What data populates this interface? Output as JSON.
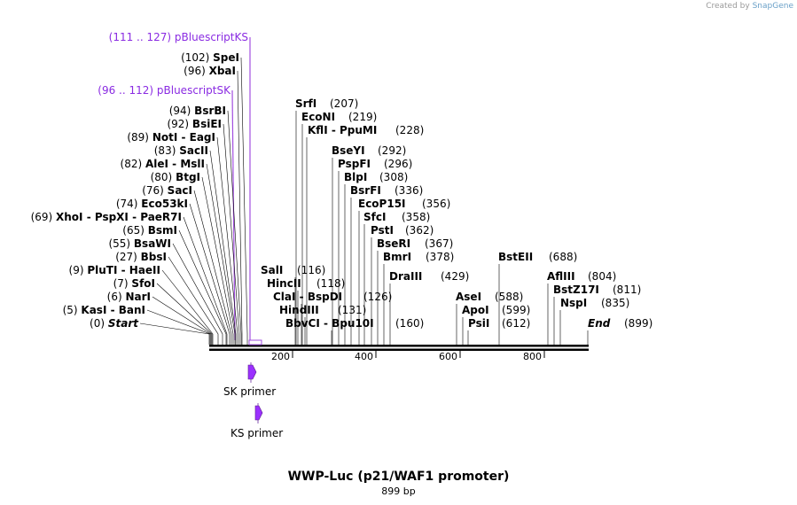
{
  "credit": {
    "prefix": "Created by",
    "brand": "SnapGene"
  },
  "title": "WWP-Luc (p21/WAF1 promoter)",
  "subtitle": "899 bp",
  "scale_labels": [
    "200",
    "400",
    "600",
    "800"
  ],
  "primers": [
    {
      "name": "SK primer"
    },
    {
      "name": "KS primer"
    }
  ],
  "left_sites": [
    {
      "pos": "(111 .. 127)",
      "name": "pBluescriptKS",
      "purple": true
    },
    {
      "pos": "(102)",
      "name": "SpeI"
    },
    {
      "pos": "(96)",
      "name": "XbaI"
    },
    {
      "pos": "(96 .. 112)",
      "name": "pBluescriptSK",
      "purple": true
    },
    {
      "pos": "(94)",
      "name": "BsrBI"
    },
    {
      "pos": "(92)",
      "name": "BsiEI"
    },
    {
      "pos": "(89)",
      "name": "NotI - EagI"
    },
    {
      "pos": "(83)",
      "name": "SacII"
    },
    {
      "pos": "(82)",
      "name": "AleI - MslI"
    },
    {
      "pos": "(80)",
      "name": "BtgI"
    },
    {
      "pos": "(76)",
      "name": "SacI"
    },
    {
      "pos": "(74)",
      "name": "Eco53kI"
    },
    {
      "pos": "(69)",
      "name": "XhoI - PspXI - PaeR7I"
    },
    {
      "pos": "(65)",
      "name": "BsmI"
    },
    {
      "pos": "(55)",
      "name": "BsaWI"
    },
    {
      "pos": "(27)",
      "name": "BbsI"
    },
    {
      "pos": "(9)",
      "name": "PluTI - HaeII"
    },
    {
      "pos": "(7)",
      "name": "SfoI"
    },
    {
      "pos": "(6)",
      "name": "NarI"
    },
    {
      "pos": "(5)",
      "name": "KasI - BanI"
    },
    {
      "pos": "(0)",
      "name": "Start",
      "italic": true
    }
  ],
  "right_sites": [
    {
      "name": "SrfI",
      "pos": "(207)"
    },
    {
      "name": "EcoNI",
      "pos": "(219)"
    },
    {
      "name": "KflI - PpuMI",
      "pos": "(228)"
    },
    {
      "name": "BseYI",
      "pos": "(292)"
    },
    {
      "name": "PspFI",
      "pos": "(296)"
    },
    {
      "name": "BlpI",
      "pos": "(308)"
    },
    {
      "name": "BsrFI",
      "pos": "(336)"
    },
    {
      "name": "EcoP15I",
      "pos": "(356)"
    },
    {
      "name": "SfcI",
      "pos": "(358)"
    },
    {
      "name": "PstI",
      "pos": "(362)"
    },
    {
      "name": "BseRI",
      "pos": "(367)"
    },
    {
      "name": "BmrI",
      "pos": "(378)"
    },
    {
      "name": "DraIII",
      "pos": "(429)"
    },
    {
      "name": "SalI",
      "pos": "(116)"
    },
    {
      "name": "HincII",
      "pos": "(118)"
    },
    {
      "name": "ClaI - BspDI",
      "pos": "(126)"
    },
    {
      "name": "HindIII",
      "pos": "(131)"
    },
    {
      "name": "BbvCI - Bpu10I",
      "pos": "(160)"
    },
    {
      "name": "BstEII",
      "pos": "(688)"
    },
    {
      "name": "AseI",
      "pos": "(588)"
    },
    {
      "name": "ApoI",
      "pos": "(599)"
    },
    {
      "name": "PsiI",
      "pos": "(612)"
    },
    {
      "name": "AflIII",
      "pos": "(804)"
    },
    {
      "name": "BstZ17I",
      "pos": "(811)"
    },
    {
      "name": "NspI",
      "pos": "(835)"
    },
    {
      "name": "End",
      "pos": "(899)",
      "italic": true
    }
  ]
}
